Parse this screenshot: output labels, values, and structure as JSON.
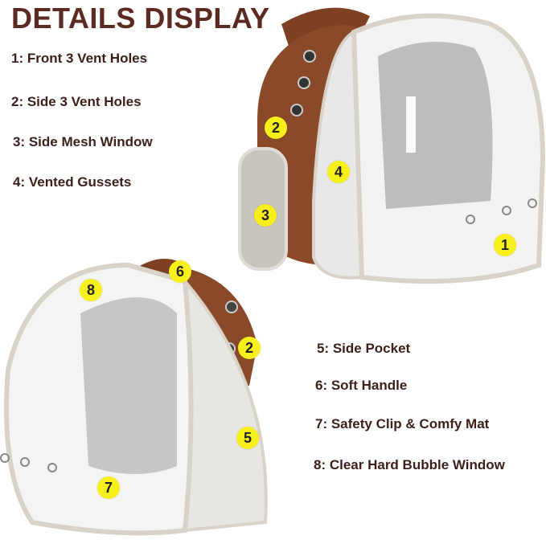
{
  "title": "DETAILS DISPLAY",
  "features": [
    {
      "num": "1",
      "label": "1: Front 3 Vent Holes"
    },
    {
      "num": "2",
      "label": "2: Side 3 Vent Holes"
    },
    {
      "num": "3",
      "label": "3: Side Mesh Window"
    },
    {
      "num": "4",
      "label": "4: Vented Gussets"
    },
    {
      "num": "5",
      "label": "5: Side Pocket"
    },
    {
      "num": "6",
      "label": "6: Soft Handle"
    },
    {
      "num": "7",
      "label": "7: Safety Clip & Comfy Mat"
    },
    {
      "num": "8",
      "label": "8: Clear Hard Bubble Window"
    }
  ],
  "badges": {
    "top_bag": [
      "1",
      "2",
      "3",
      "4"
    ],
    "bottom_bag": [
      "2",
      "5",
      "6",
      "7",
      "8"
    ]
  },
  "colors": {
    "title": "#5b2a22",
    "text": "#3d1f1a",
    "badge": "#f7ef1a",
    "leather": "#8a4a2a",
    "trim": "#d8d2c8"
  }
}
